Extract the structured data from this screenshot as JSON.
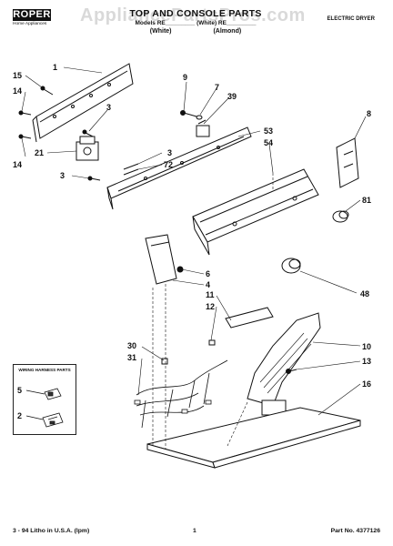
{
  "header": {
    "brand": "ROPER",
    "brand_sub": "Home Appliances",
    "title": "TOP AND CONSOLE PARTS",
    "model": "Models RE_________ (White) RE_________",
    "color_white": "(White)",
    "color_almond": "(Almond)",
    "product": "ELECTRIC DRYER",
    "watermark": "AppliancePartsPros.com"
  },
  "callouts": [
    "1",
    "15",
    "14",
    "14",
    "21",
    "3",
    "3",
    "72",
    "9",
    "7",
    "39",
    "53",
    "54",
    "8",
    "3",
    "81",
    "6",
    "4",
    "48",
    "11",
    "12",
    "10",
    "30",
    "31",
    "13",
    "16",
    "5",
    "2"
  ],
  "harness_box": {
    "title": "WIRING HARNESS PARTS"
  },
  "footer": {
    "left": "3 - 94 Litho in U.S.A. (lpm)",
    "page": "1",
    "right": "Part No. 4377126"
  },
  "colors": {
    "ink": "#111111",
    "paper": "#ffffff"
  }
}
